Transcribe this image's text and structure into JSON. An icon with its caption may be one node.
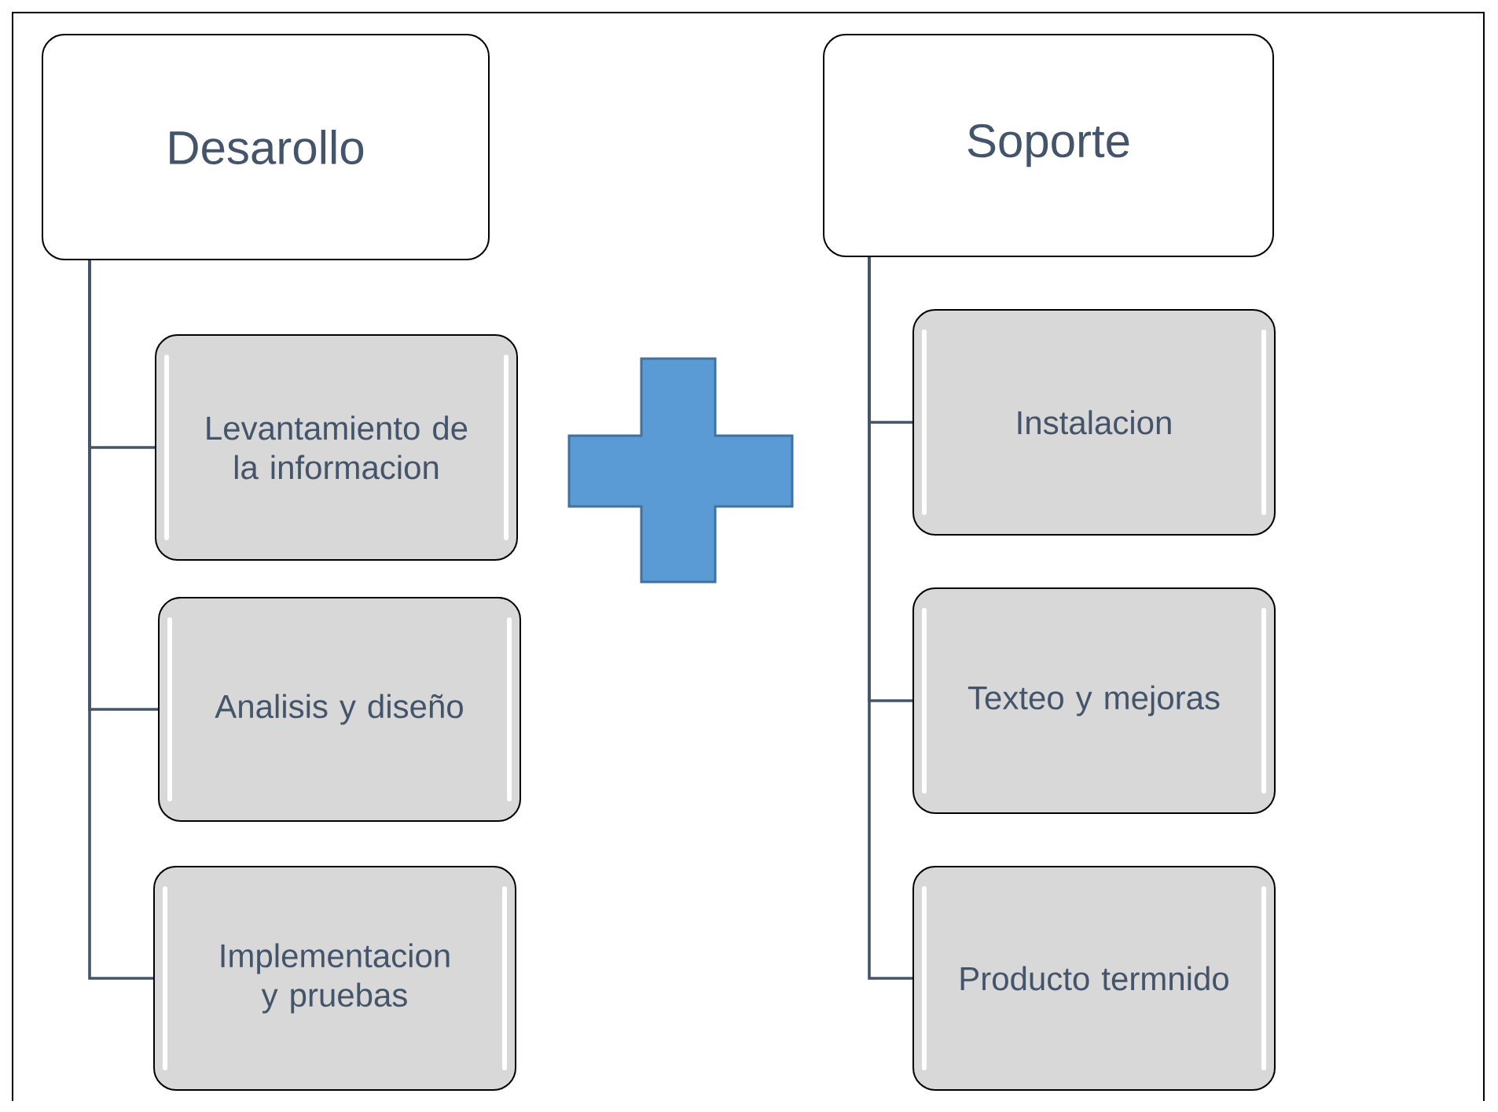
{
  "diagram": {
    "nodes": [
      {
        "text": [
          "Desarollo"
        ]
      },
      {
        "text": [
          "Levantamiento de la informacion"
        ]
      },
      {
        "text": [
          "Analisis y diseño"
        ]
      },
      {
        "text": [
          "Implementacion y pruebas"
        ]
      },
      {
        "text": [
          "Soporte"
        ]
      },
      {
        "text": [
          "Instalacion"
        ]
      },
      {
        "text": [
          "Texteo y mejoras"
        ]
      },
      {
        "text": [
          "Producto termnido"
        ]
      }
    ],
    "edges": [
      {
        "from": 0,
        "to": 1,
        "arrow": "none"
      },
      {
        "from": 0,
        "to": 2,
        "arrow": "none"
      },
      {
        "from": 0,
        "to": 3,
        "arrow": "none"
      },
      {
        "from": 4,
        "to": 5,
        "arrow": "none"
      },
      {
        "from": 4,
        "to": 6,
        "arrow": "none"
      },
      {
        "from": 4,
        "to": 7,
        "arrow": "none"
      }
    ]
  }
}
